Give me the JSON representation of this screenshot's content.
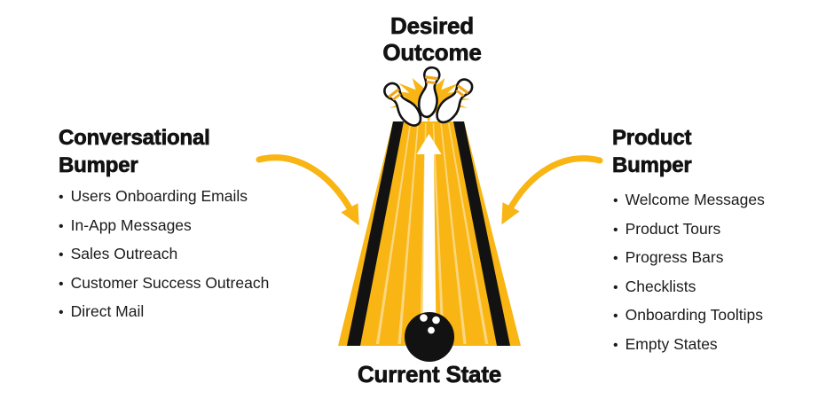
{
  "diagram": {
    "top_label": "Desired Outcome",
    "bottom_label": "Current State"
  },
  "left_panel": {
    "heading": "Conversational Bumper",
    "items": [
      "Users Onboarding Emails",
      "In-App Messages",
      "Sales Outreach",
      "Customer Success Outreach",
      "Direct Mail"
    ]
  },
  "right_panel": {
    "heading": "Product Bumper",
    "items": [
      "Welcome Messages",
      "Product Tours",
      "Progress Bars",
      "Checklists",
      "Onboarding Tooltips",
      "Empty States"
    ]
  },
  "bullet_char": "•",
  "colors": {
    "accent_yellow": "#F8B513",
    "ink_black": "#121212",
    "pin_stripe_gold": "#F2A61B",
    "lane_highlight": "rgba(255,255,255,0.45)"
  },
  "icons": {
    "bowling_pins": "bowling-pins-icon",
    "starburst": "starburst-icon",
    "bowling_ball": "bowling-ball-icon",
    "up_arrow": "up-arrow-icon",
    "curved_arrow_left": "curved-arrow-left-icon",
    "curved_arrow_right": "curved-arrow-right-icon"
  }
}
